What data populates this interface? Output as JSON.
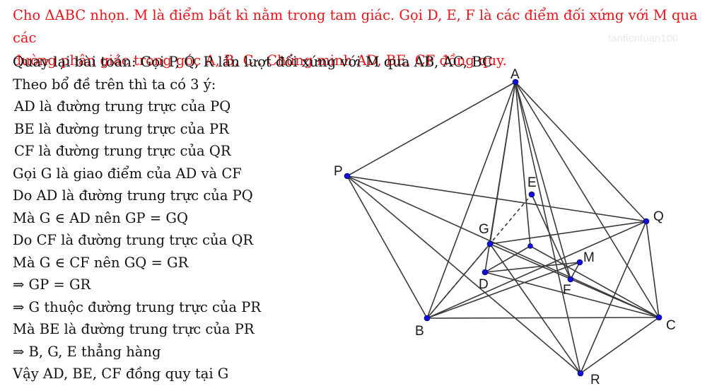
{
  "problem": {
    "line1": "Cho ΔABC nhọn. M là điểm bất kì nằm trong tam giác. Gọi D, E, F là các điểm đối xứng với M qua các",
    "line2": "đường phân giác trong góc A, B, C . Chứng minh AD, BE, CF đồng quy."
  },
  "watermark": "tantientuan100",
  "solution": [
    "Quay lại bài toán: Gọi P, Q, R lần lượt đối xứng với M qua AB, AC, BC",
    "Theo bổ đề trên thì ta có 3 ý:",
    "AD là đường trung trực của PQ",
    "BE là đường trung trực của PR",
    "CF là đường trung trực của QR",
    "Gọi G là giao điểm của AD và CF",
    "Do AD là đường trung trực của PQ",
    "Mà G ∈ AD nên GP = GQ",
    "Do CF là đường trung trực của QR",
    "Mà G ∈ CF nên GQ = GR",
    "⇒ GP = GR",
    "⇒ G thuộc đường trung trực của PR",
    "Mà BE là đường trung trực của PR",
    "⇒ B, G, E thẳng hàng",
    "Vậy AD, BE, CF đồng quy tại G"
  ],
  "figure": {
    "labels": {
      "A": "A",
      "P": "P",
      "E": "E",
      "Q": "Q",
      "G": "G",
      "M": "M",
      "D": "D",
      "F": "F",
      "B": "B",
      "C": "C",
      "R": "R"
    },
    "colors": {
      "point": "#1010d8",
      "line": "#3a3a3a"
    }
  }
}
